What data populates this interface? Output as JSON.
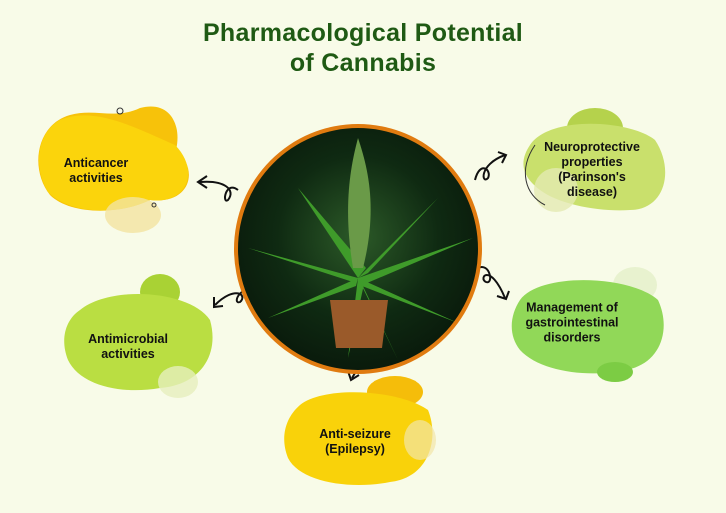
{
  "title": {
    "line1": "Pharmacological Potential",
    "line2": "of Cannabis"
  },
  "center_image": {
    "icon": "cannabis-plant-image",
    "ring_color": "#e07b10"
  },
  "potentials": [
    {
      "id": "anticancer",
      "line1": "Anticancer",
      "line2": "activities",
      "color": "#f9d20a"
    },
    {
      "id": "neuroprotective",
      "line1": "Neuroprotective",
      "line2": "properties",
      "line3": "(Parinson's",
      "line4": "disease)",
      "color": "#c9e06c"
    },
    {
      "id": "antimicrobial",
      "line1": "Antimicrobial",
      "line2": "activities",
      "color": "#b9dc40"
    },
    {
      "id": "gastrointestinal",
      "line1": "Management of",
      "line2": "gastrointestinal",
      "line3": "disorders",
      "color": "#93d85a"
    },
    {
      "id": "anti-seizure",
      "line1": "Anti-seizure",
      "line2": "(Epilepsy)",
      "color": "#f9d20a"
    }
  ]
}
